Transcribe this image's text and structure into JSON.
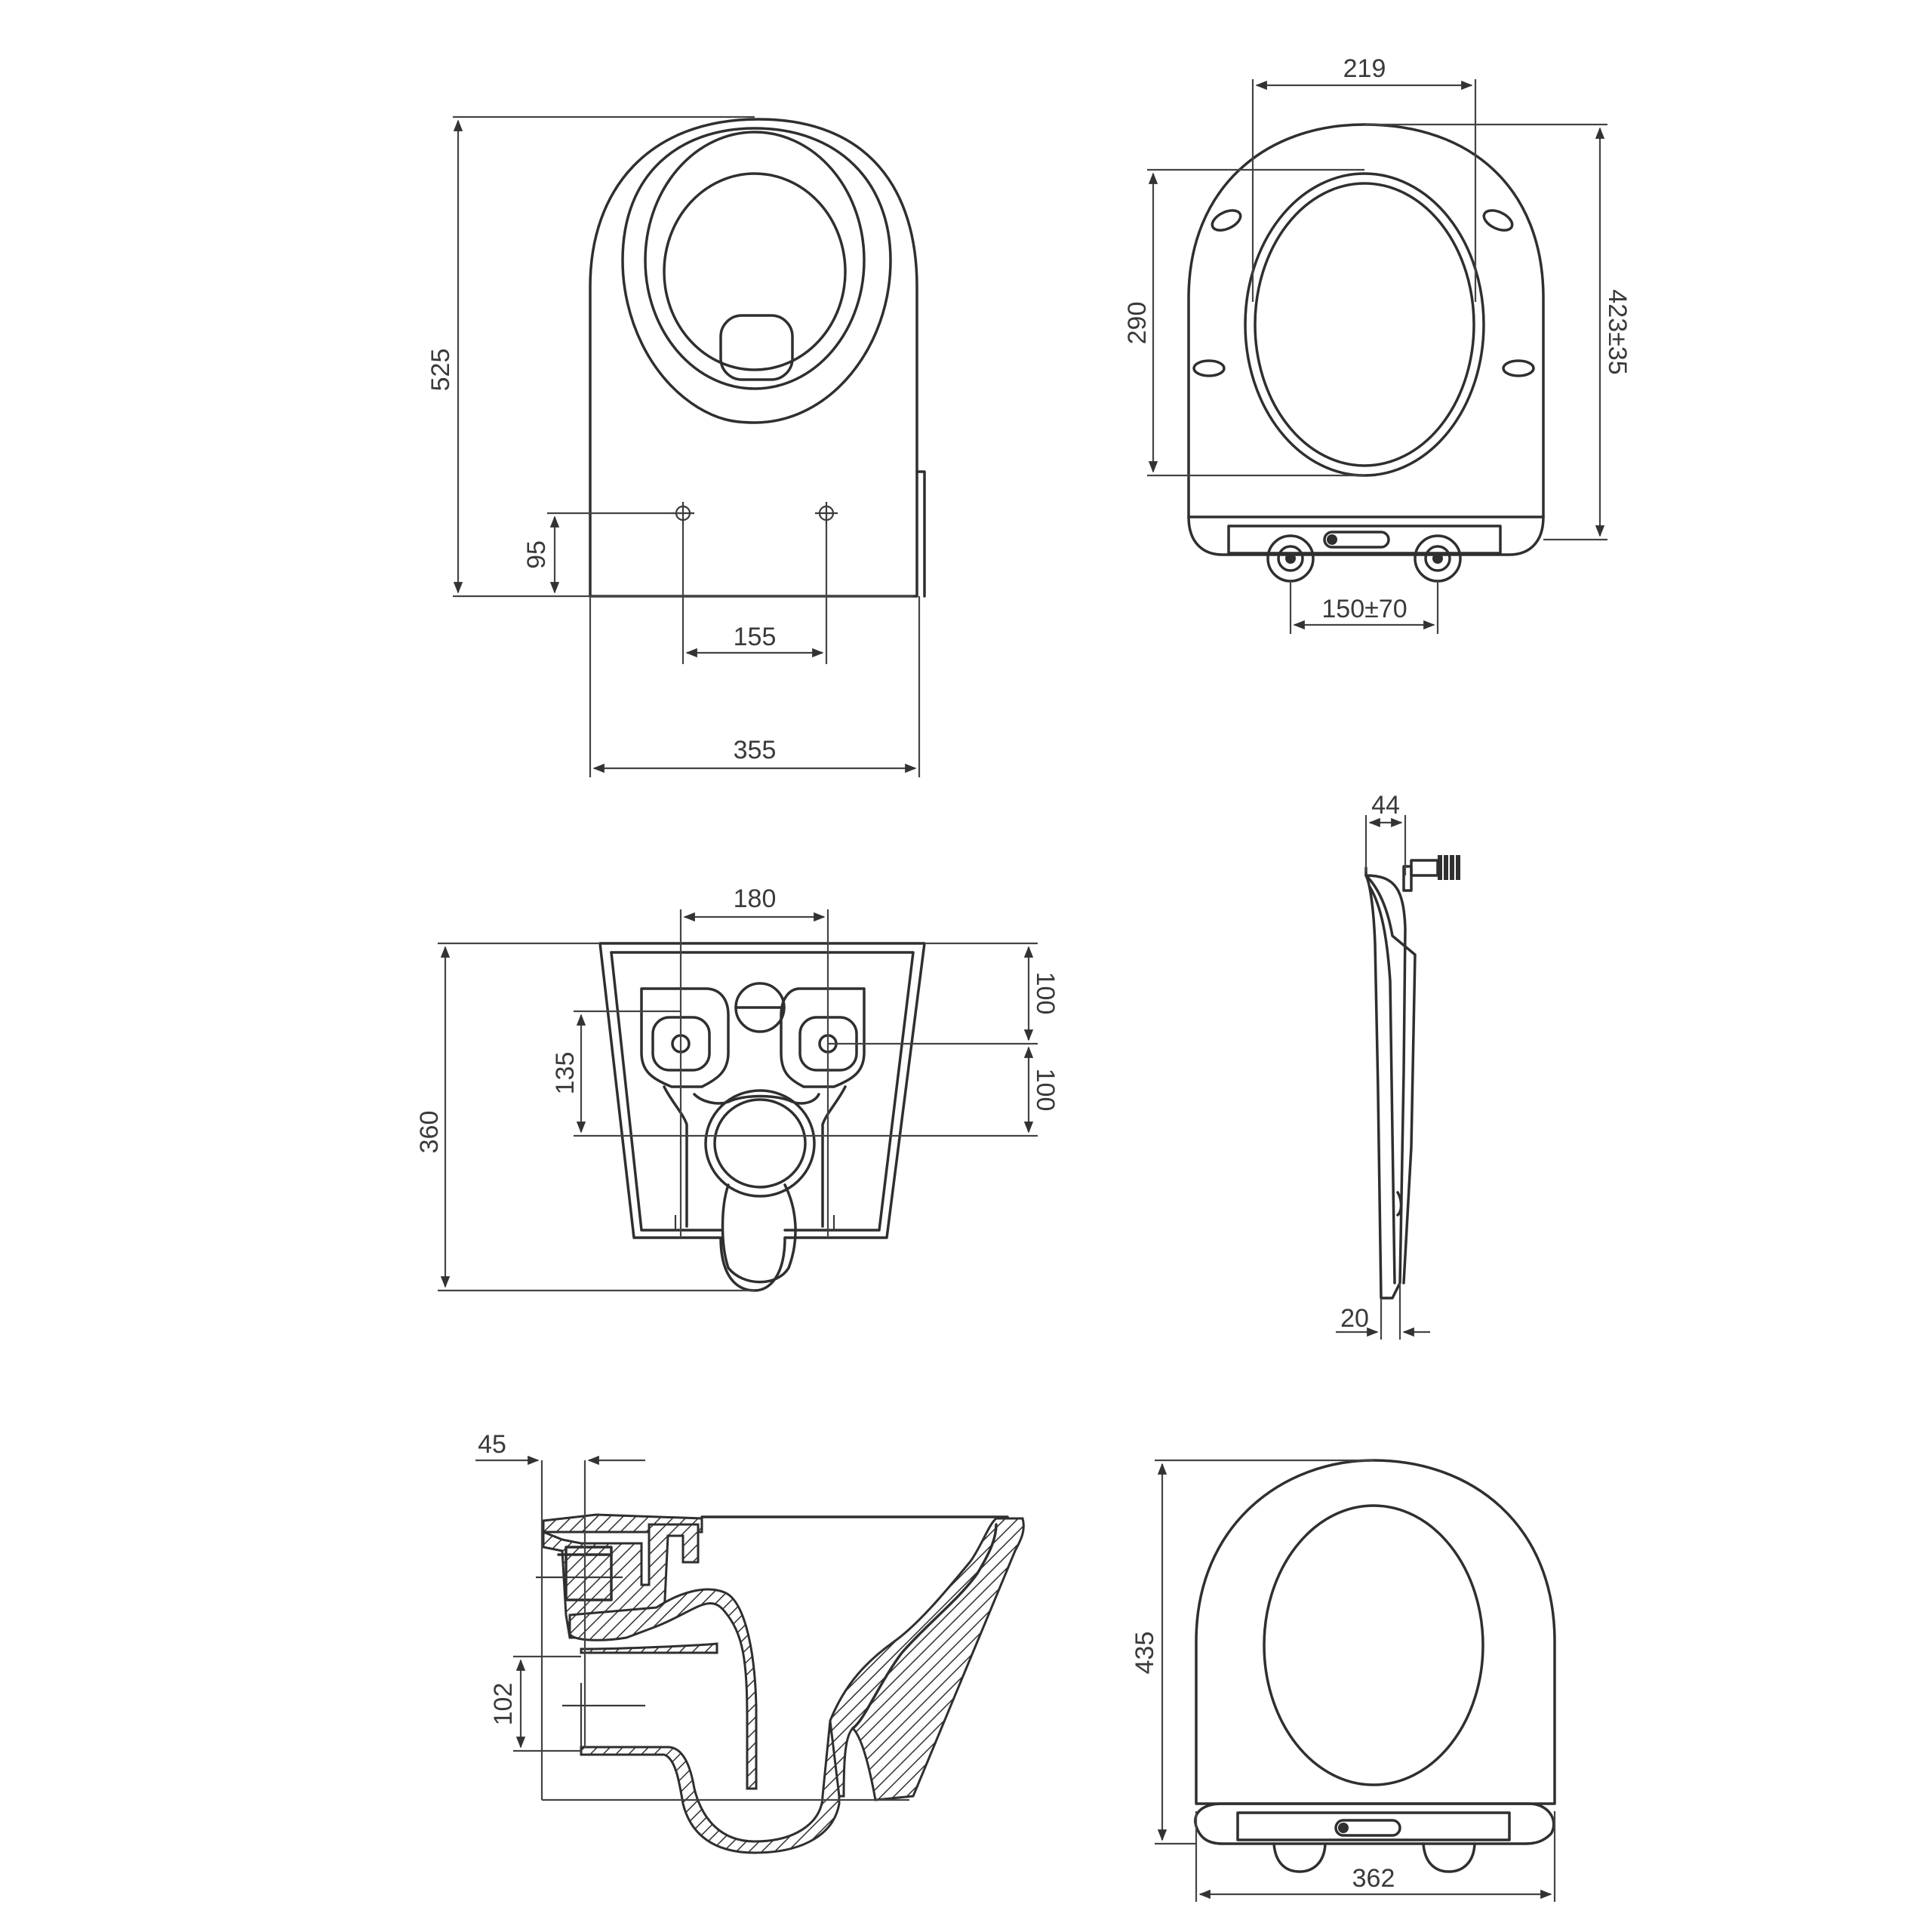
{
  "colors": {
    "line": "#2f2f2f",
    "background": "#ffffff"
  },
  "top_view": {
    "dim_height": "525",
    "dim_fixing_offset": "95",
    "dim_fixing_spacing": "155",
    "dim_width": "355"
  },
  "seat_top_view": {
    "dim_inner_width": "219",
    "dim_inner_length": "290",
    "dim_length": "423±35",
    "dim_hinge_spacing": "150±70"
  },
  "rear_view": {
    "dim_bolt_spacing": "180",
    "dim_upper_offset": "100",
    "dim_lower_offset": "100",
    "dim_bolt_height": "135",
    "dim_height": "360"
  },
  "seat_side_view": {
    "dim_thickness_top": "44",
    "dim_thickness_bottom": "20"
  },
  "section_view": {
    "dim_wall_offset": "45",
    "dim_outlet_height": "102"
  },
  "seat_closed_view": {
    "dim_length": "435",
    "dim_width": "362"
  }
}
